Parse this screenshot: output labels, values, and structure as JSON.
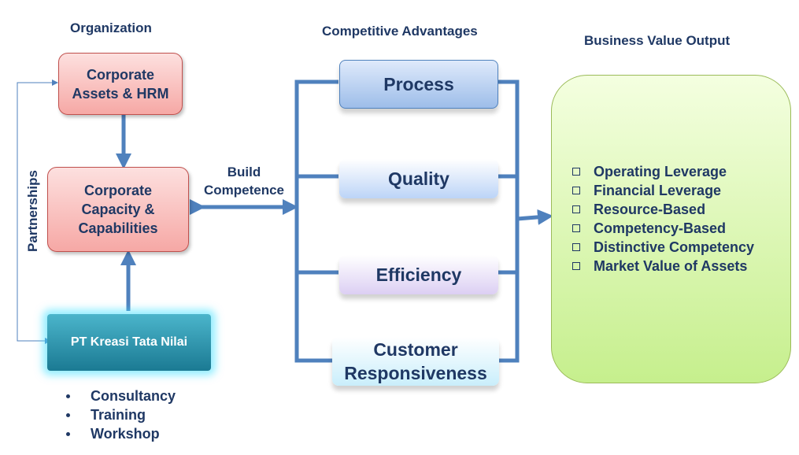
{
  "headings": {
    "organization": "Organization",
    "competitive_advantages": "Competitive Advantages",
    "business_value_output": "Business Value Output"
  },
  "organization": {
    "corporate_assets": "Corporate\nAssets & HRM",
    "corporate_capacity": "Corporate\nCapacity &\nCapabilities",
    "company": "PT Kreasi Tata Nilai"
  },
  "partnerships_label": "Partnerships",
  "build_competence_label": "Build\nCompetence",
  "services": [
    "Consultancy",
    "Training",
    "Workshop"
  ],
  "advantages": {
    "process": "Process",
    "quality": "Quality",
    "efficiency": "Efficiency",
    "customer": "Customer\nResponsiveness"
  },
  "outputs": [
    "Operating Leverage",
    "Financial Leverage",
    "Resource-Based",
    "Competency-Based",
    "Distinctive Competency",
    "Market Value of Assets"
  ],
  "colors": {
    "text": "#1f3864",
    "connector": "#4f81bd",
    "org_border": "#c0504d",
    "value_border": "#9bbb59"
  }
}
